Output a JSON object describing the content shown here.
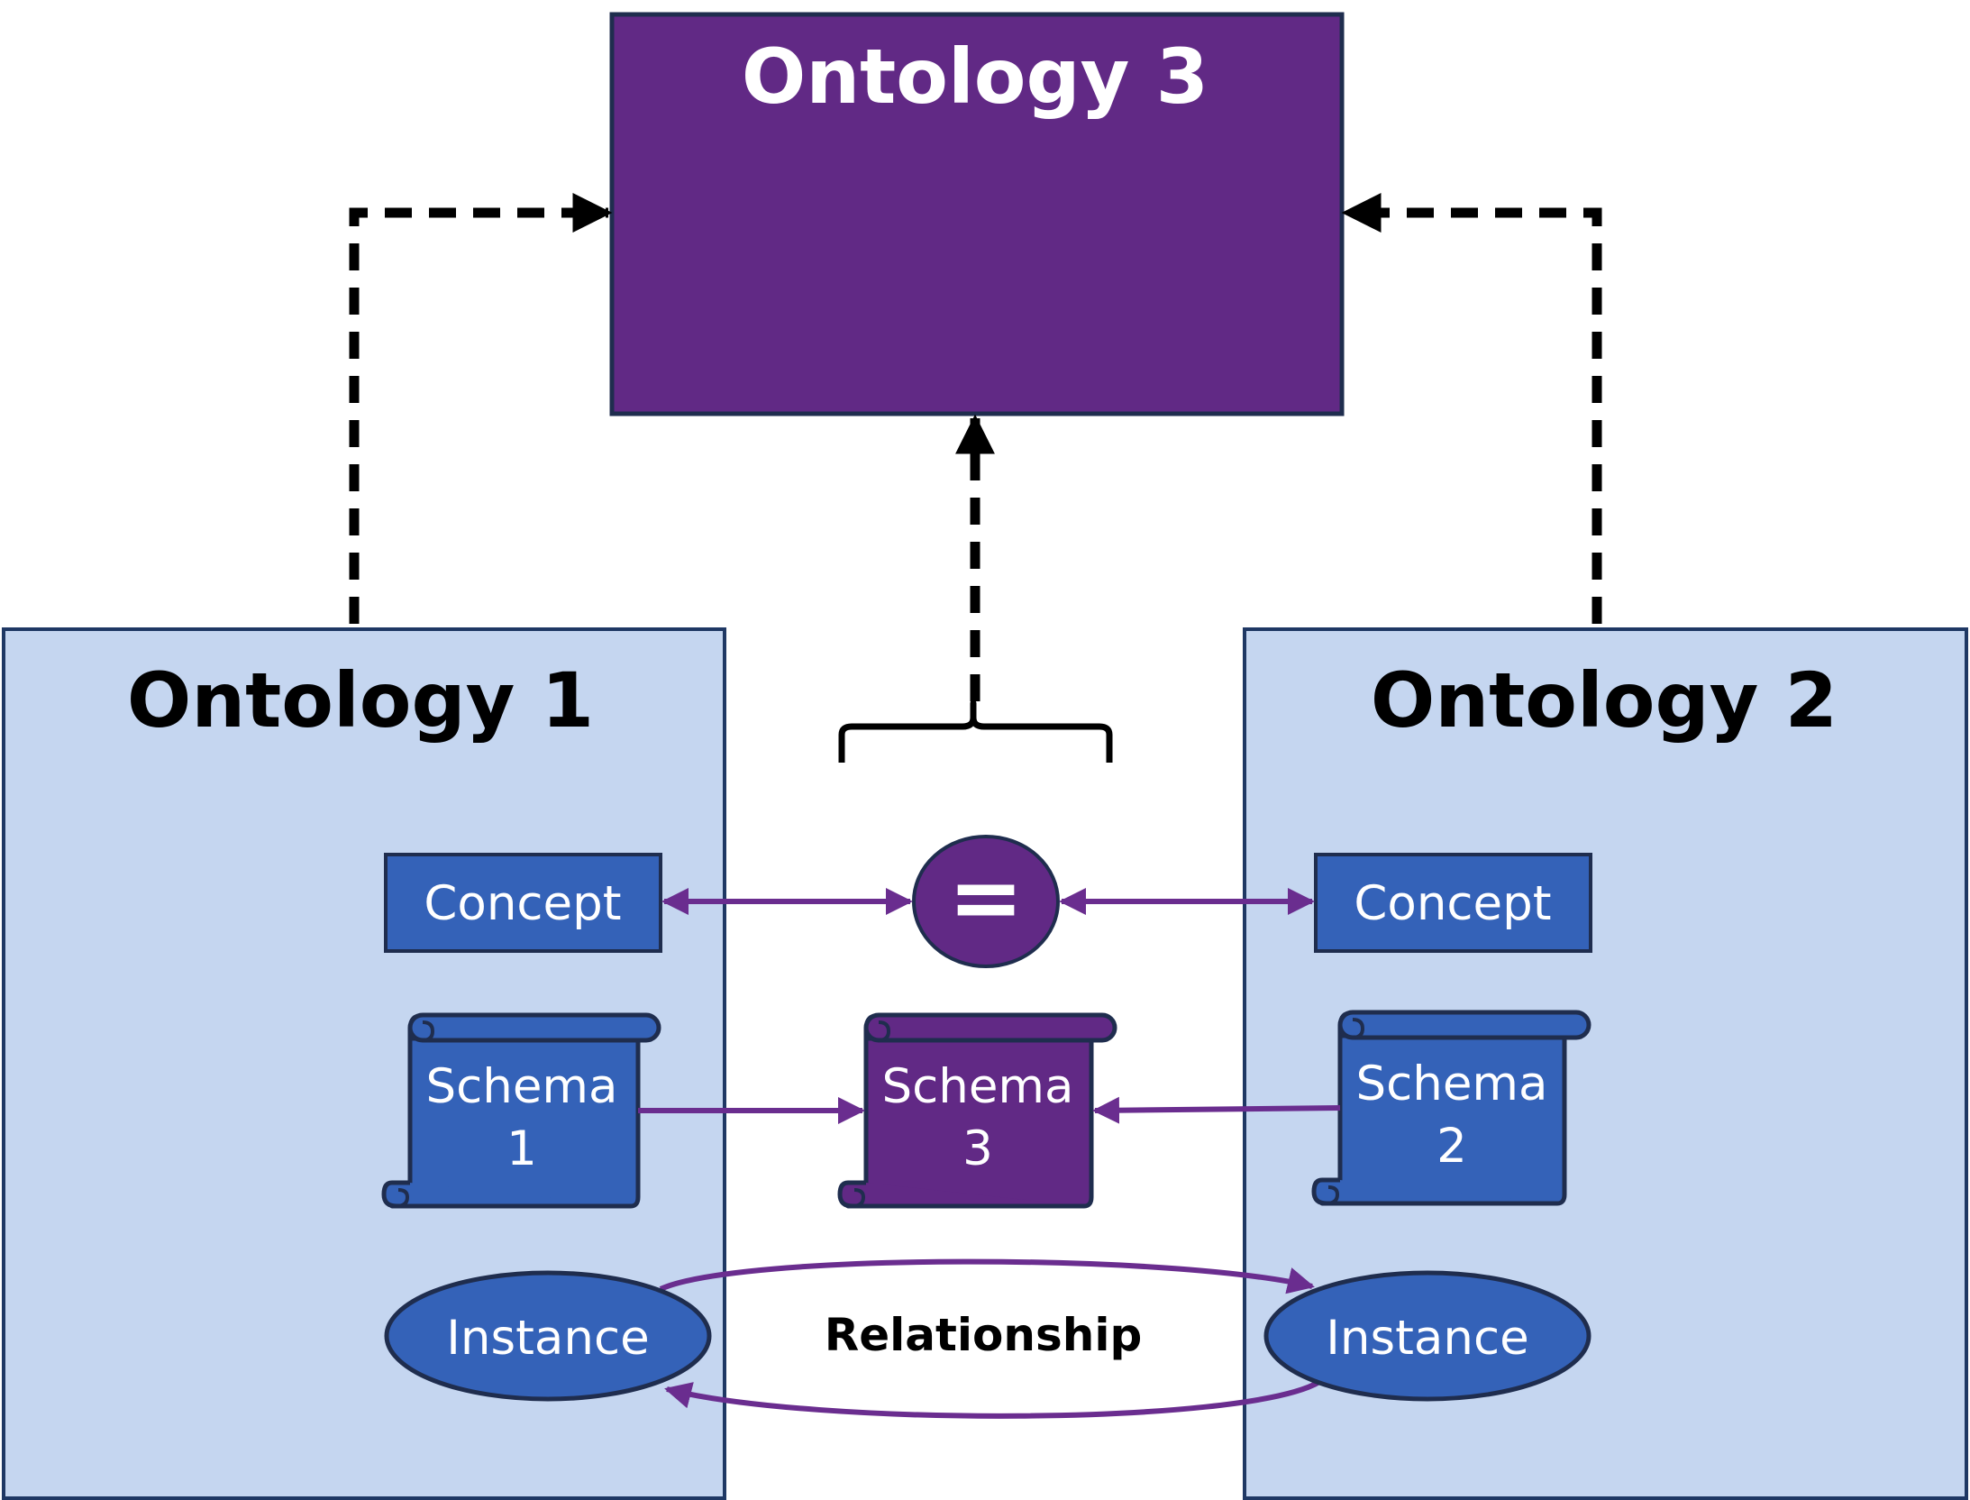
{
  "ontology3": {
    "title": "Ontology 3"
  },
  "ontology1": {
    "title": "Ontology 1",
    "concept": "Concept",
    "schema_line1": "Schema",
    "schema_line2": "1",
    "instance": "Instance"
  },
  "ontology2": {
    "title": "Ontology 2",
    "concept": "Concept",
    "schema_line1": "Schema",
    "schema_line2": "2",
    "instance": "Instance"
  },
  "center": {
    "equals_symbol": "=",
    "schema_line1": "Schema",
    "schema_line2": "3",
    "relationship": "Relationship"
  },
  "colors": {
    "ontology_panel_fill": "#c5d6f0",
    "ontology_panel_stroke": "#1f3864",
    "ontology3_fill": "#612985",
    "ontology3_stroke": "#1f2d4e",
    "element_blue": "#3462b8",
    "element_purple": "#612985",
    "arrow_purple": "#6a2d8f",
    "dashed_black": "#000000"
  }
}
